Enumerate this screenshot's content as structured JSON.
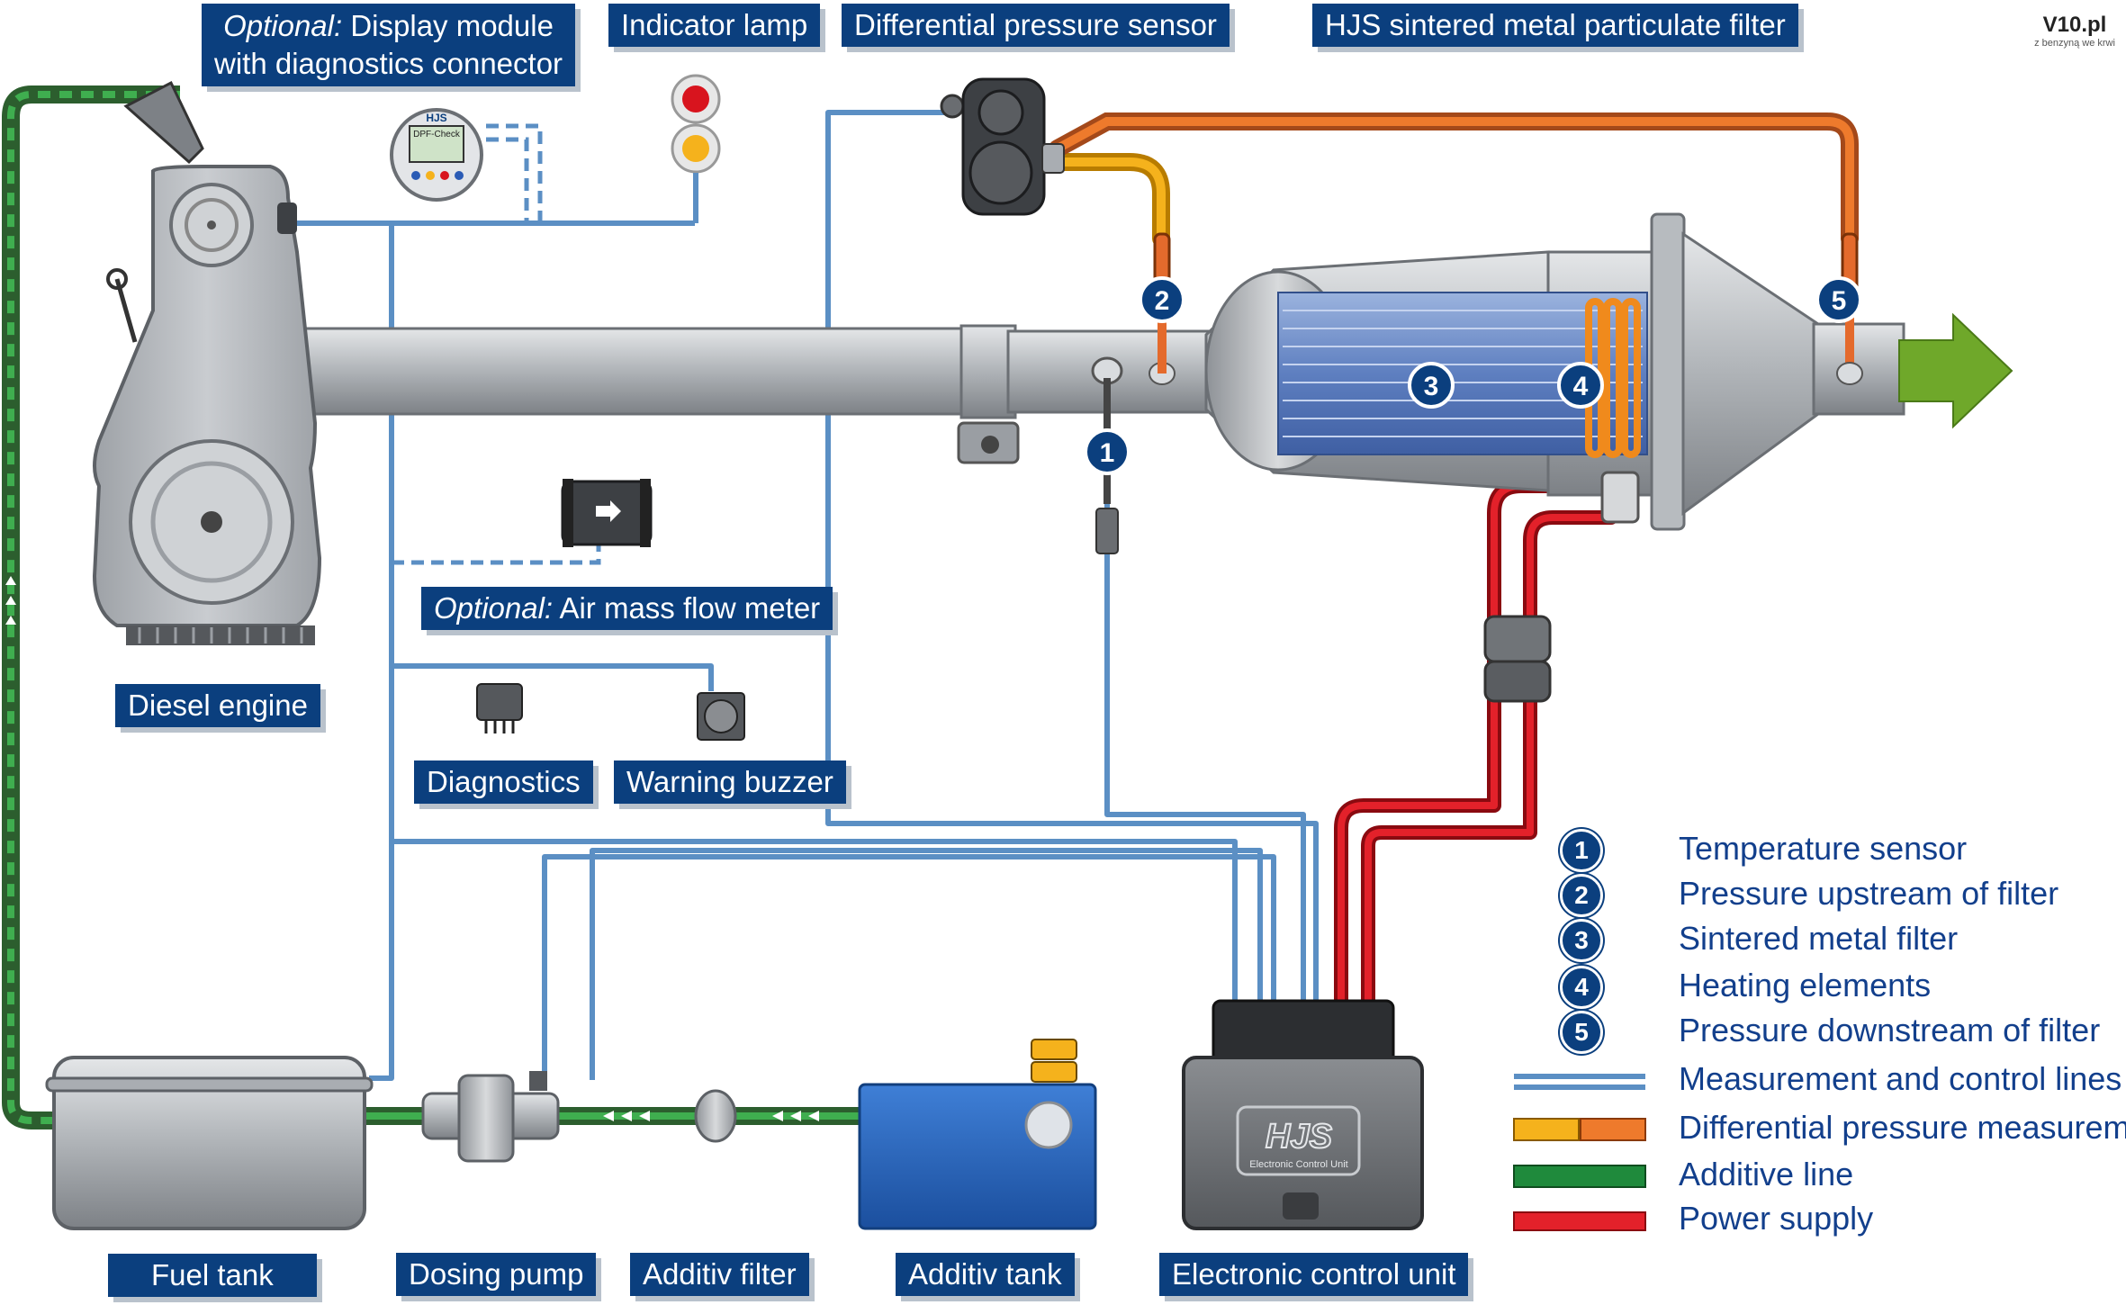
{
  "labels": {
    "display_module_line1_prefix": "Optional:",
    "display_module_line1_rest": "Display module",
    "display_module_line2": "with diagnostics connector",
    "indicator_lamp": "Indicator lamp",
    "differential_pressure_sensor": "Differential pressure sensor",
    "hjs_filter": "HJS sintered metal particulate filter",
    "air_mass_prefix": "Optional:",
    "air_mass_rest": "Air mass flow meter",
    "diesel_engine": "Diesel engine",
    "diagnostics": "Diagnostics",
    "warning_buzzer": "Warning buzzer",
    "fuel_tank": "Fuel tank",
    "dosing_pump": "Dosing pump",
    "additiv_filter": "Additiv filter",
    "additiv_tank": "Additiv tank",
    "electronic_control_unit": "Electronic control unit"
  },
  "device_text": {
    "dpf_check_brand": "HJS",
    "dpf_check_name": "DPF-Check",
    "ecu_brand": "HJS",
    "ecu_caption": "Electronic Control Unit"
  },
  "callouts": [
    "1",
    "2",
    "3",
    "4",
    "5"
  ],
  "legend": {
    "numbered": [
      {
        "num": "1",
        "text": "Temperature sensor"
      },
      {
        "num": "2",
        "text": "Pressure upstream of filter"
      },
      {
        "num": "3",
        "text": "Sintered metal filter"
      },
      {
        "num": "4",
        "text": "Heating elements"
      },
      {
        "num": "5",
        "text": "Pressure downstream of filter"
      }
    ],
    "lines": [
      {
        "text": "Measurement and control lines",
        "style": "measurement"
      },
      {
        "text": "Differential pressure measurement",
        "style": "differential"
      },
      {
        "text": "Additive line",
        "style": "additive"
      },
      {
        "text": "Power supply",
        "style": "power"
      }
    ]
  },
  "logo": {
    "mark": "V10.pl",
    "tagline": "z benzyną we krwi"
  },
  "colors": {
    "label_bg": "#0b3f7e",
    "label_shadow": "#b9c2cc",
    "legend_text": "#123f8c",
    "measurement_line": "#5b8fc4",
    "differential_a": "#f3a300",
    "differential_b": "#e86a1a",
    "additive_line": "#1f8a3c",
    "power_line": "#d8141e",
    "exhaust_arrow": "#6fa82a",
    "metal": "#a9adb2",
    "filter_core": "#6f8fc9",
    "additiv_tank": "#1f5fb8"
  }
}
